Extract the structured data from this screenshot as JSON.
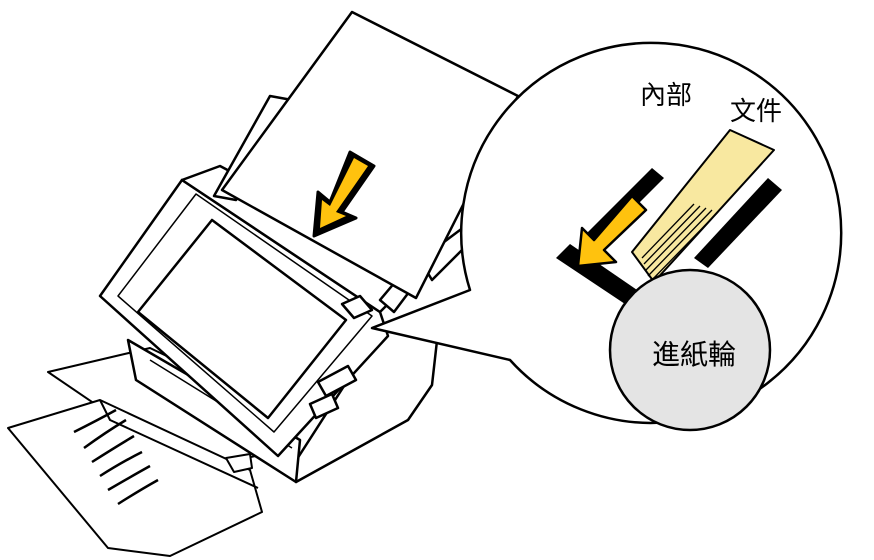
{
  "labels": {
    "inside": "內部",
    "document": "文件",
    "roller": "進紙輪"
  },
  "colors": {
    "arrow": "#FFC20E",
    "paper_tint": "#F8E8A0",
    "roller_fill": "#E4E4E4",
    "line": "#000000",
    "background": "#FFFFFF"
  },
  "icons": {
    "feed_arrow": "arrow-down-left-icon"
  }
}
